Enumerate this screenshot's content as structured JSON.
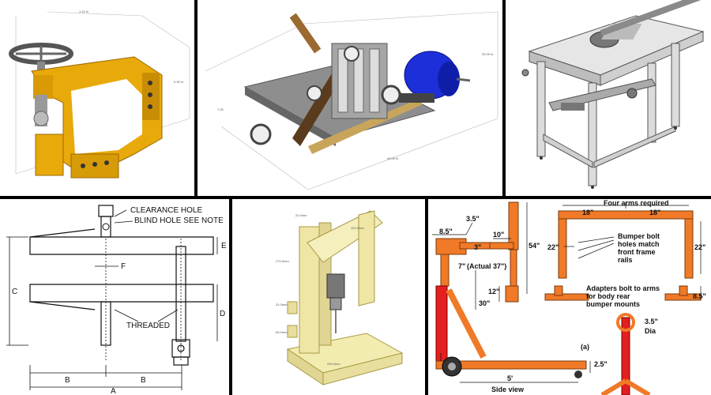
{
  "panels": {
    "clamp_drawing": {
      "labels": {
        "clearance": "CLEARANCE HOLE",
        "blind": "BLIND HOLE SEE NOTE",
        "f": "F",
        "e": "E",
        "c": "C",
        "d": "D",
        "threaded": "THREADED",
        "b1": "B",
        "b2": "B",
        "a": "A"
      }
    },
    "cart_drawing": {
      "labels": {
        "h85a": "8.5\"",
        "h35a": "3.5\"",
        "h10": "10\"",
        "h3": "3\"",
        "h54": "54\"",
        "h7": "7\"",
        "actual": "(Actual 37\")",
        "h12": "12\"",
        "h30": "30\"",
        "four_arms": "Four arms required",
        "h18a": "18\"",
        "h18b": "18\"",
        "h22a": "22\"",
        "h22b": "22\"",
        "bumper1": "Bumper bolt",
        "bumper2": "holes match",
        "bumper3": "front frame",
        "bumper4": "rails",
        "adapt1": "Adapters bolt to arms",
        "adapt2": "for body rear",
        "adapt3": "bumper mounts",
        "h85b": "8.5\"",
        "h35b": "3.5\"",
        "dia": "Dia",
        "a_mark": "(a)",
        "h25": "2.5\"",
        "h5ft": "5'",
        "side_view": "Side view"
      }
    }
  }
}
